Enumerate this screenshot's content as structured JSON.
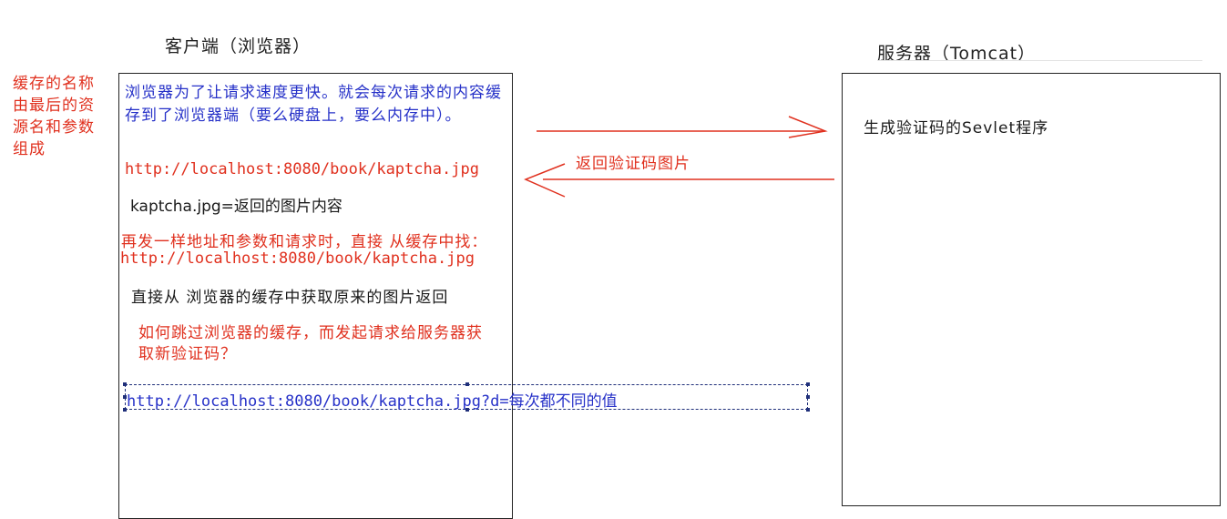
{
  "client": {
    "title": "客户端（浏览器）",
    "cache_note": "缓存的名称由最后的资源名和参数组成",
    "browser_cache_text": "浏览器为了让请求速度更快。就会每次请求的内容缓存到了浏览器端（要么硬盘上，要么内存中）。",
    "url_1": "http://localhost:8080/book/kaptcha.jpg",
    "kaptcha_content": "kaptcha.jpg=返回的图片内容",
    "repeat_request": "再发一样地址和参数和请求时，直接 从缓存中找：",
    "url_2": "http://localhost:8080/book/kaptcha.jpg",
    "direct_cache": "直接从 浏览器的缓存中获取原来的图片返回",
    "skip_cache_question": "如何跳过浏览器的缓存，而发起请求给服务器获取新验证码？",
    "url_3": "http://localhost:8080/book/kaptcha.jpg?d=每次都不同的值"
  },
  "server": {
    "title": "服务器（Tomcat）",
    "program": "生成验证码的Sevlet程序"
  },
  "arrows": {
    "return_label": "返回验证码图片"
  },
  "colors": {
    "red": "#e0301e",
    "blue": "#2631c8",
    "black": "#1a1a1a"
  }
}
